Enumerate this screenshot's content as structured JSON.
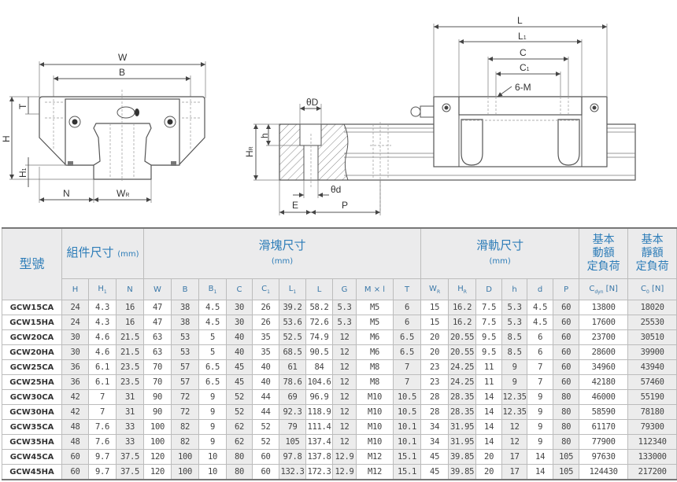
{
  "drawing": {
    "front_view_labels": {
      "W": "W",
      "B": "B",
      "H": "H",
      "T": "T",
      "H1": "H",
      "H1_sub": "1",
      "N": "N",
      "WR": "W",
      "WR_sub": "R"
    },
    "side_view_labels": {
      "L": "L",
      "L1": "L",
      "L1_sub": "1",
      "C": "C",
      "C1": "C",
      "C1_sub": "1",
      "M": "6-M",
      "D": "θD",
      "h": "h",
      "HR": "H",
      "HR_sub": "R",
      "d": "θd",
      "E": "E",
      "P": "P"
    }
  },
  "table": {
    "model_header": "型號",
    "groups": {
      "assembly": {
        "title": "組件尺寸",
        "unit": "(mm)"
      },
      "block": {
        "title": "滑塊尺寸",
        "unit": "(mm)"
      },
      "rail": {
        "title": "滑軌尺寸",
        "unit": "(mm)"
      },
      "dynamic_load": {
        "line1": "基本",
        "line2": "動額",
        "line3": "定負荷"
      },
      "static_load": {
        "line1": "基本",
        "line2": "靜額",
        "line3": "定負荷"
      }
    },
    "columns": [
      {
        "main": "H",
        "sub": ""
      },
      {
        "main": "H",
        "sub": "1"
      },
      {
        "main": "N",
        "sub": ""
      },
      {
        "main": "W",
        "sub": ""
      },
      {
        "main": "B",
        "sub": ""
      },
      {
        "main": "B",
        "sub": "1"
      },
      {
        "main": "C",
        "sub": ""
      },
      {
        "main": "C",
        "sub": "1"
      },
      {
        "main": "L",
        "sub": "1"
      },
      {
        "main": "L",
        "sub": ""
      },
      {
        "main": "G",
        "sub": ""
      },
      {
        "main": "M × l",
        "sub": ""
      },
      {
        "main": "T",
        "sub": ""
      },
      {
        "main": "W",
        "sub": "R"
      },
      {
        "main": "H",
        "sub": "R"
      },
      {
        "main": "D",
        "sub": ""
      },
      {
        "main": "h",
        "sub": ""
      },
      {
        "main": "d",
        "sub": ""
      },
      {
        "main": "P",
        "sub": ""
      },
      {
        "main": "C",
        "sub": "dyn",
        "suffix": " [N]"
      },
      {
        "main": "C",
        "sub": "0",
        "suffix": " [N]"
      }
    ],
    "rows": [
      [
        "GCW15CA",
        "24",
        "4.3",
        "16",
        "47",
        "38",
        "4.5",
        "30",
        "26",
        "39.2",
        "58.2",
        "5.3",
        "M5",
        "6",
        "15",
        "16.2",
        "7.5",
        "5.3",
        "4.5",
        "60",
        "13800",
        "18020"
      ],
      [
        "GCW15HA",
        "24",
        "4.3",
        "16",
        "47",
        "38",
        "4.5",
        "30",
        "26",
        "53.6",
        "72.6",
        "5.3",
        "M5",
        "6",
        "15",
        "16.2",
        "7.5",
        "5.3",
        "4.5",
        "60",
        "17600",
        "25530"
      ],
      [
        "GCW20CA",
        "30",
        "4.6",
        "21.5",
        "63",
        "53",
        "5",
        "40",
        "35",
        "52.5",
        "74.9",
        "12",
        "M6",
        "6.5",
        "20",
        "20.55",
        "9.5",
        "8.5",
        "6",
        "60",
        "23700",
        "30510"
      ],
      [
        "GCW20HA",
        "30",
        "4.6",
        "21.5",
        "63",
        "53",
        "5",
        "40",
        "35",
        "68.5",
        "90.5",
        "12",
        "M6",
        "6.5",
        "20",
        "20.55",
        "9.5",
        "8.5",
        "6",
        "60",
        "28600",
        "39900"
      ],
      [
        "GCW25CA",
        "36",
        "6.1",
        "23.5",
        "70",
        "57",
        "6.5",
        "45",
        "40",
        "61",
        "84",
        "12",
        "M8",
        "7",
        "23",
        "24.25",
        "11",
        "9",
        "7",
        "60",
        "34960",
        "43940"
      ],
      [
        "GCW25HA",
        "36",
        "6.1",
        "23.5",
        "70",
        "57",
        "6.5",
        "45",
        "40",
        "78.6",
        "104.6",
        "12",
        "M8",
        "7",
        "23",
        "24.25",
        "11",
        "9",
        "7",
        "60",
        "42180",
        "57460"
      ],
      [
        "GCW30CA",
        "42",
        "7",
        "31",
        "90",
        "72",
        "9",
        "52",
        "44",
        "69",
        "96.9",
        "12",
        "M10",
        "10.5",
        "28",
        "28.35",
        "14",
        "12.35",
        "9",
        "80",
        "46000",
        "55190"
      ],
      [
        "GCW30HA",
        "42",
        "7",
        "31",
        "90",
        "72",
        "9",
        "52",
        "44",
        "92.3",
        "118.9",
        "12",
        "M10",
        "10.5",
        "28",
        "28.35",
        "14",
        "12.35",
        "9",
        "80",
        "58590",
        "78180"
      ],
      [
        "GCW35CA",
        "48",
        "7.6",
        "33",
        "100",
        "82",
        "9",
        "62",
        "52",
        "79",
        "111.4",
        "12",
        "M10",
        "10.1",
        "34",
        "31.95",
        "14",
        "12",
        "9",
        "80",
        "61170",
        "79300"
      ],
      [
        "GCW35HA",
        "48",
        "7.6",
        "33",
        "100",
        "82",
        "9",
        "62",
        "52",
        "105",
        "137.4",
        "12",
        "M10",
        "10.1",
        "34",
        "31.95",
        "14",
        "12",
        "9",
        "80",
        "77900",
        "112340"
      ],
      [
        "GCW45CA",
        "60",
        "9.7",
        "37.5",
        "120",
        "100",
        "10",
        "80",
        "60",
        "97.8",
        "137.8",
        "12.9",
        "M12",
        "15.1",
        "45",
        "39.85",
        "20",
        "17",
        "14",
        "105",
        "97630",
        "133000"
      ],
      [
        "GCW45HA",
        "60",
        "9.7",
        "37.5",
        "120",
        "100",
        "10",
        "80",
        "60",
        "132.3",
        "172.3",
        "12.9",
        "M12",
        "15.1",
        "45",
        "39.85",
        "20",
        "17",
        "14",
        "105",
        "124430",
        "217200"
      ]
    ]
  },
  "colors": {
    "header_text": "#2e7db8",
    "header_bg": "#ebebec",
    "shaded_cell": "#ececec"
  }
}
